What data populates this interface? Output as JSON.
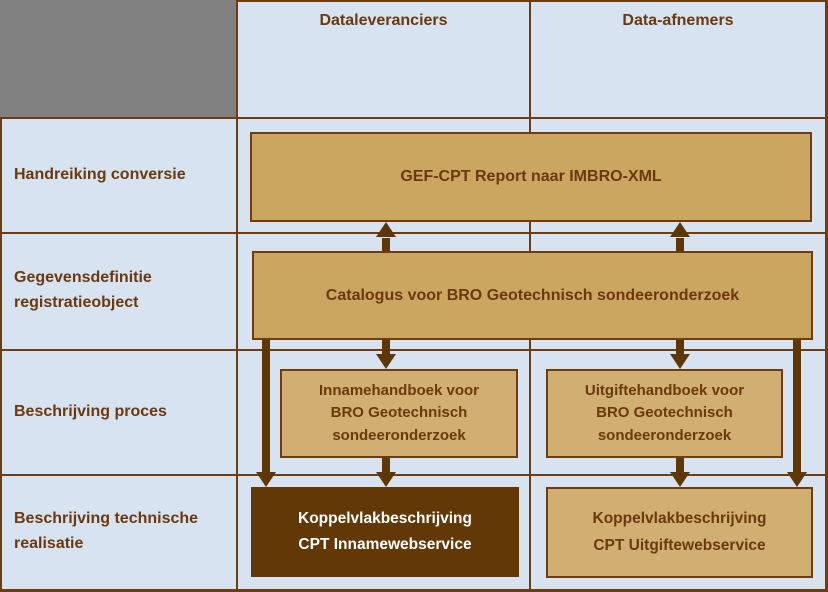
{
  "diagram": {
    "columns": [
      {
        "label": "Dataleveranciers"
      },
      {
        "label": "Data-afnemers"
      }
    ],
    "rows": [
      {
        "label": "Handreiking conversie"
      },
      {
        "label": "Gegevensdefinitie registratieobject"
      },
      {
        "label": "Beschrijving proces"
      },
      {
        "label": "Beschrijving technische realisatie"
      }
    ],
    "boxes": {
      "gef": {
        "label": "GEF-CPT Report naar IMBRO-XML"
      },
      "catalogus": {
        "label": "Catalogus voor BRO Geotechnisch sondeeronderzoek"
      },
      "innamehandboek": {
        "label": "Innamehandboek voor BRO Geotechnisch sondeeronderzoek"
      },
      "uitgiftehandboek": {
        "label": "Uitgiftehandboek voor BRO Geotechnisch sondeeronderzoek"
      },
      "koppelvlak_inname": {
        "label": "Koppelvlakbeschrijving CPT Innamewebservice"
      },
      "koppelvlak_uitgifte": {
        "label": "Koppelvlakbeschrijving CPT Uitgiftewebservice"
      }
    },
    "colors": {
      "background": "#d7e3f0",
      "gray_cell": "#818181",
      "tan_box": "#cba661",
      "tan_box_light": "#d1ae71",
      "dark_brown_box": "#613806",
      "grid_line": "#6e3c10",
      "box_border": "#6e3c10",
      "text_brown": "#6b390e",
      "arrow": "#5e3706",
      "white_text": "#ffffff"
    }
  }
}
